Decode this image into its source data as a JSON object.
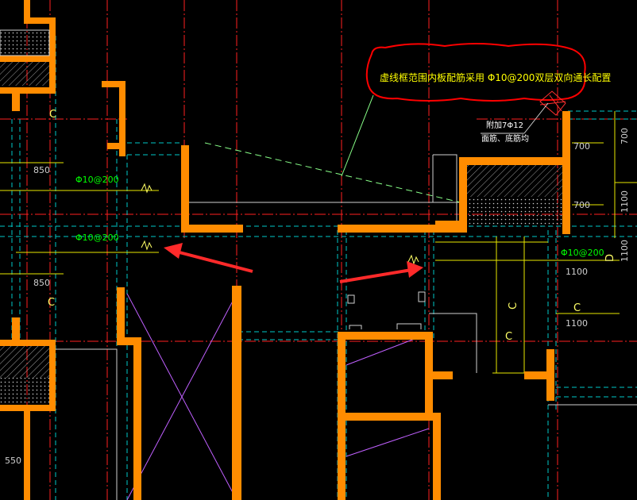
{
  "annotation": {
    "text": "虚线框范围内板配筋采用 Φ10@200双层双向通长配置",
    "outline_color": "#ff0000"
  },
  "added_bar": {
    "line1": "附加7Φ12",
    "line2": "面筋、底筋均"
  },
  "rebar_labels": {
    "upper_left": "Φ10@200",
    "lower_left": "Φ10@200",
    "right": "Φ10@200"
  },
  "dimensions": {
    "left_850_top": "850",
    "left_850_bottom": "850",
    "left_550": "550",
    "right_700_top": "700",
    "right_700_bottom": "700",
    "right_1100_a": "1100",
    "right_1100_b": "1100",
    "edge_700": "700",
    "edge_1100_a": "1100",
    "edge_1100_b": "1100"
  },
  "axis_marks": {
    "c_left": "C",
    "c_right": "C",
    "c_mid": "C",
    "c_right2": "C",
    "d_edge": "D"
  },
  "colors": {
    "wall": "#ff8c00",
    "axis": "#ff0000",
    "dashed": "#00c8c8",
    "dim_line": "#ffff00",
    "arrow": "#ff2a2a",
    "hatch": "#d0d0d0",
    "opening": "#c060ff"
  }
}
